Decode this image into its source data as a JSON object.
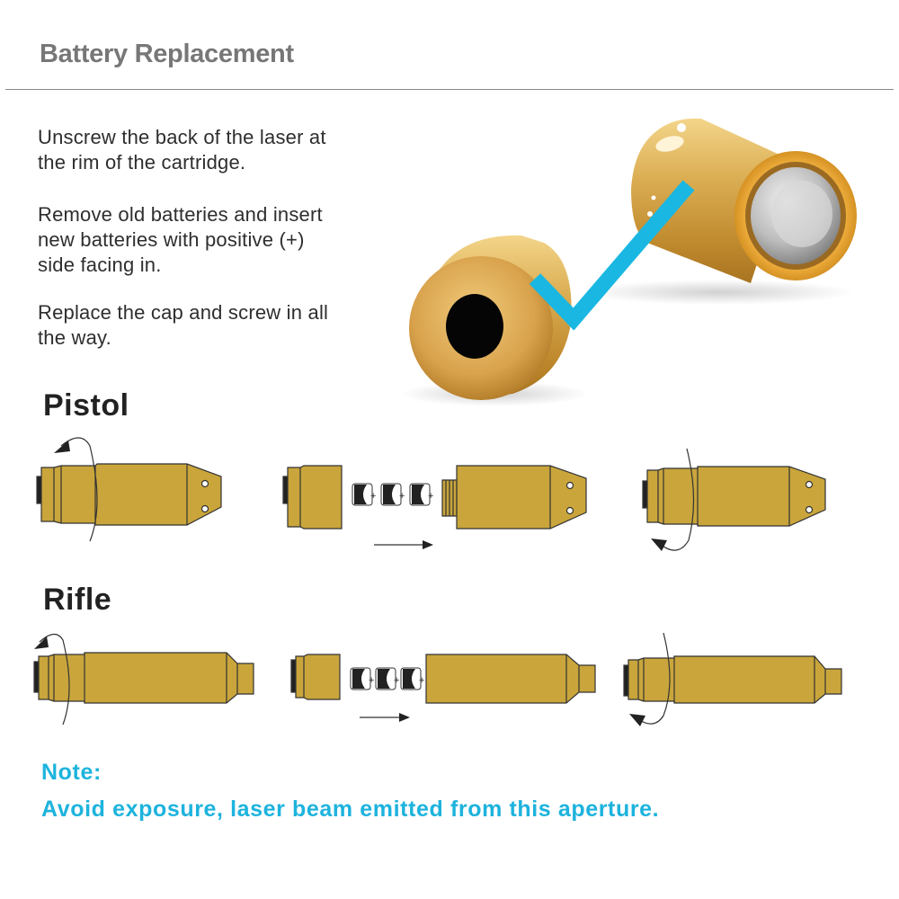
{
  "header": {
    "title": "Battery Replacement"
  },
  "instructions": [
    {
      "line1": "Unscrew the back of the laser at",
      "line2": "the rim of the cartridge."
    },
    {
      "line1": "Remove old batteries and insert",
      "line2": "new batteries with positive (+)",
      "line3": "side facing in."
    },
    {
      "line1": "Replace the cap and screw in all",
      "line2": "the way."
    }
  ],
  "sections": {
    "pistol": "Pistol",
    "rifle": "Rifle"
  },
  "battery_sign": "+",
  "note": {
    "label": "Note:",
    "text": "Avoid exposure, laser beam emitted from this aperture."
  },
  "colors": {
    "brass": "#c9a53b",
    "outline": "#333333",
    "accent": "#1db3dd",
    "title_gray": "#777777"
  },
  "icons": [
    "checkmark-icon",
    "rotate-arrow-icon",
    "right-arrow-icon",
    "battery-icon"
  ]
}
